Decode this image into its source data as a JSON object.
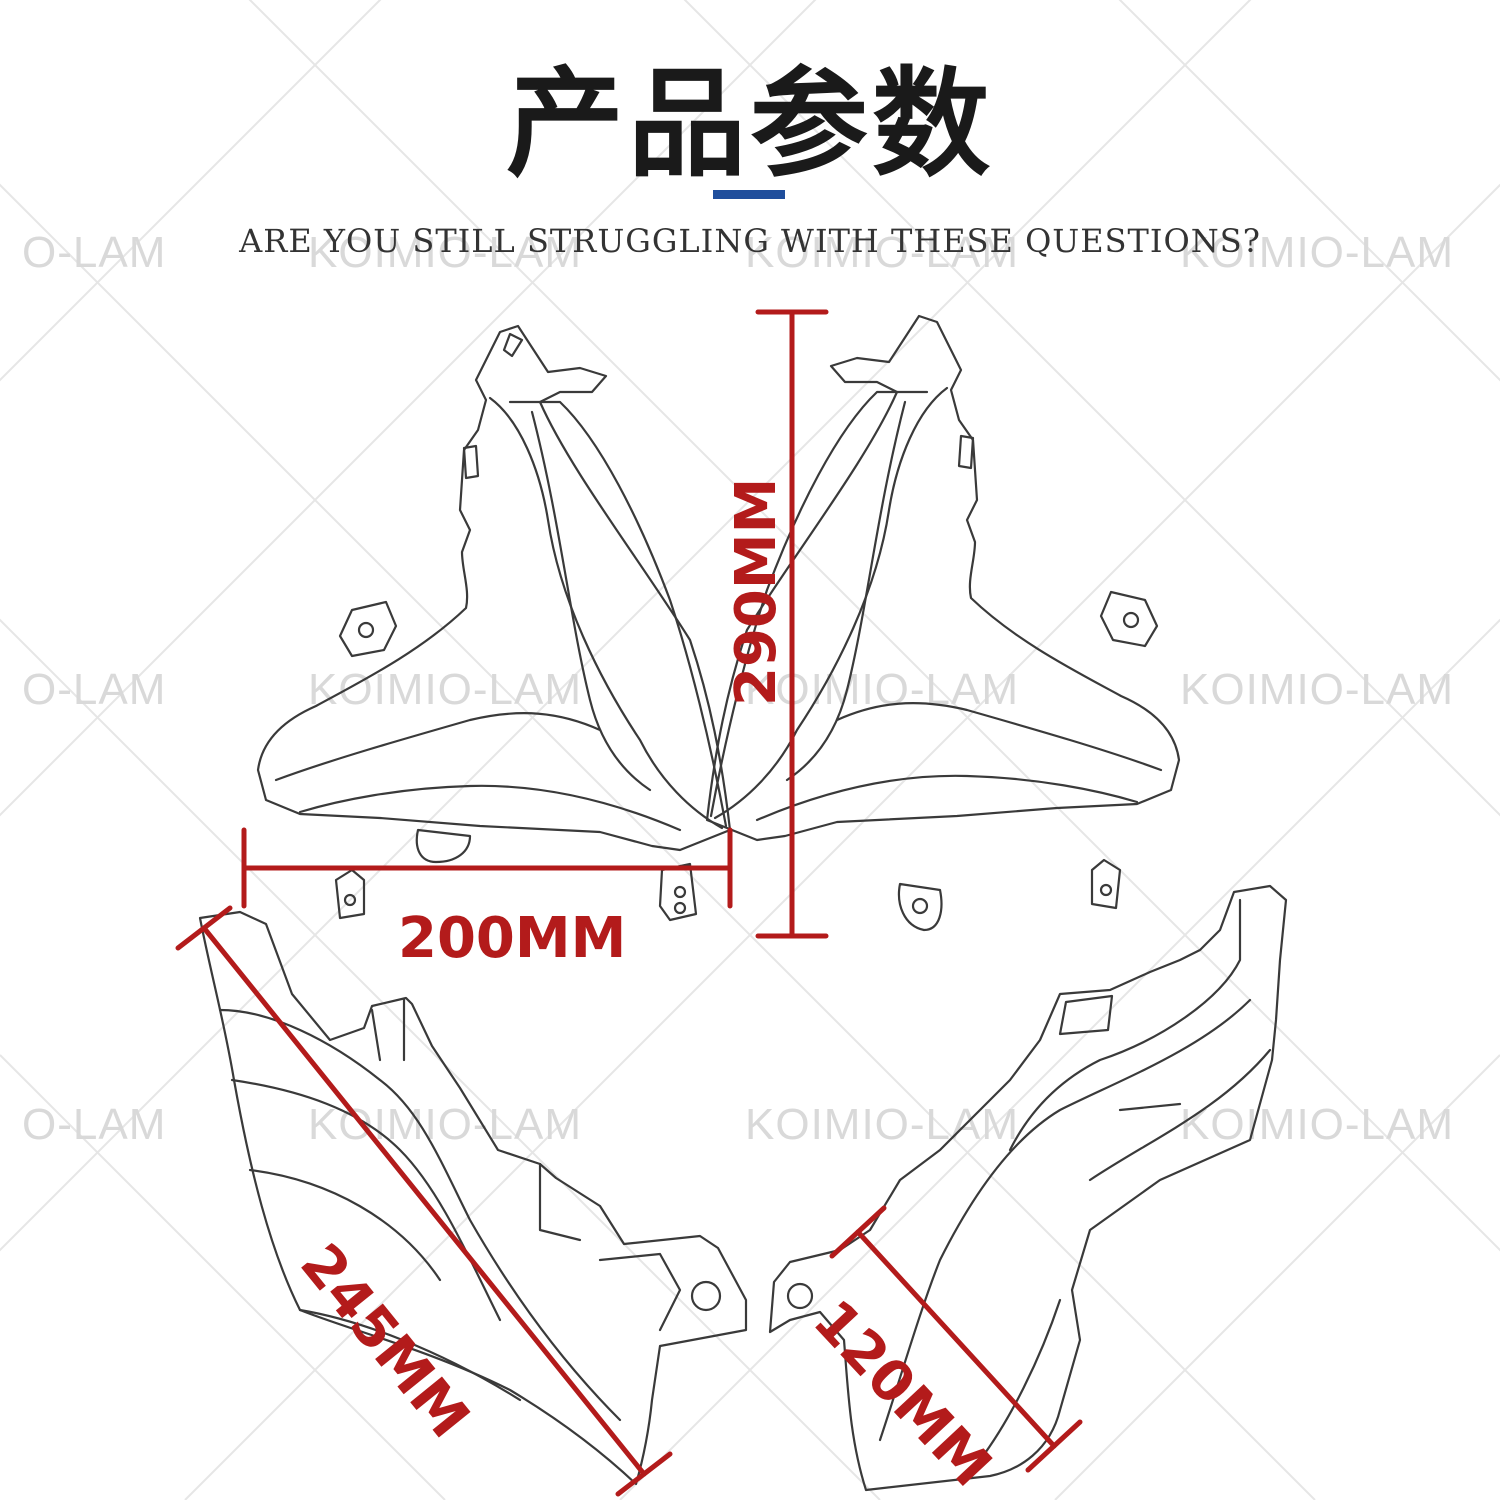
{
  "title": "产品参数",
  "subtitle": "ARE YOU STILL STRUGGLING WITH THESE QUESTIONS?",
  "watermark": {
    "text": "KOIMIO-LAM",
    "left_fragment": "O-LAM"
  },
  "colors": {
    "accent_bar": "#1f4e9c",
    "dimension_red": "#b31b1b",
    "watermark": "#d9d9d9",
    "title": "#1a1a1a"
  },
  "dimensions": {
    "width_top": "200MM",
    "height_top": "290MM",
    "length_bottom": "245MM",
    "width_bottom": "120MM"
  },
  "images": {
    "top_left": "left-turn-signal-lens-front-view",
    "top_right": "right-turn-signal-lens-front-view",
    "bottom_left": "left-turn-signal-lens-side-view",
    "bottom_right": "right-turn-signal-lens-side-view"
  }
}
